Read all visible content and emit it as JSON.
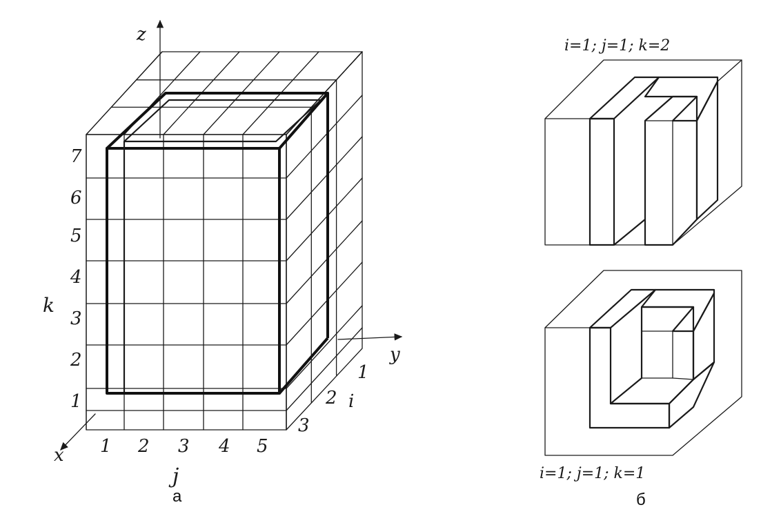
{
  "figure_a": {
    "caption": "а",
    "axes": {
      "z": "z",
      "y": "y",
      "x": "x"
    },
    "index_labels": {
      "k": "k",
      "j": "j",
      "i": "i"
    },
    "k_ticks": [
      "1",
      "2",
      "3",
      "4",
      "5",
      "6",
      "7"
    ],
    "j_ticks": [
      "1",
      "2",
      "3",
      "4",
      "5"
    ],
    "i_ticks": [
      "1",
      "2",
      "3"
    ]
  },
  "figure_b": {
    "caption": "б",
    "top_label": "i=1; j=1; k=2",
    "bottom_label": "i=1; j=1; k=1"
  }
}
